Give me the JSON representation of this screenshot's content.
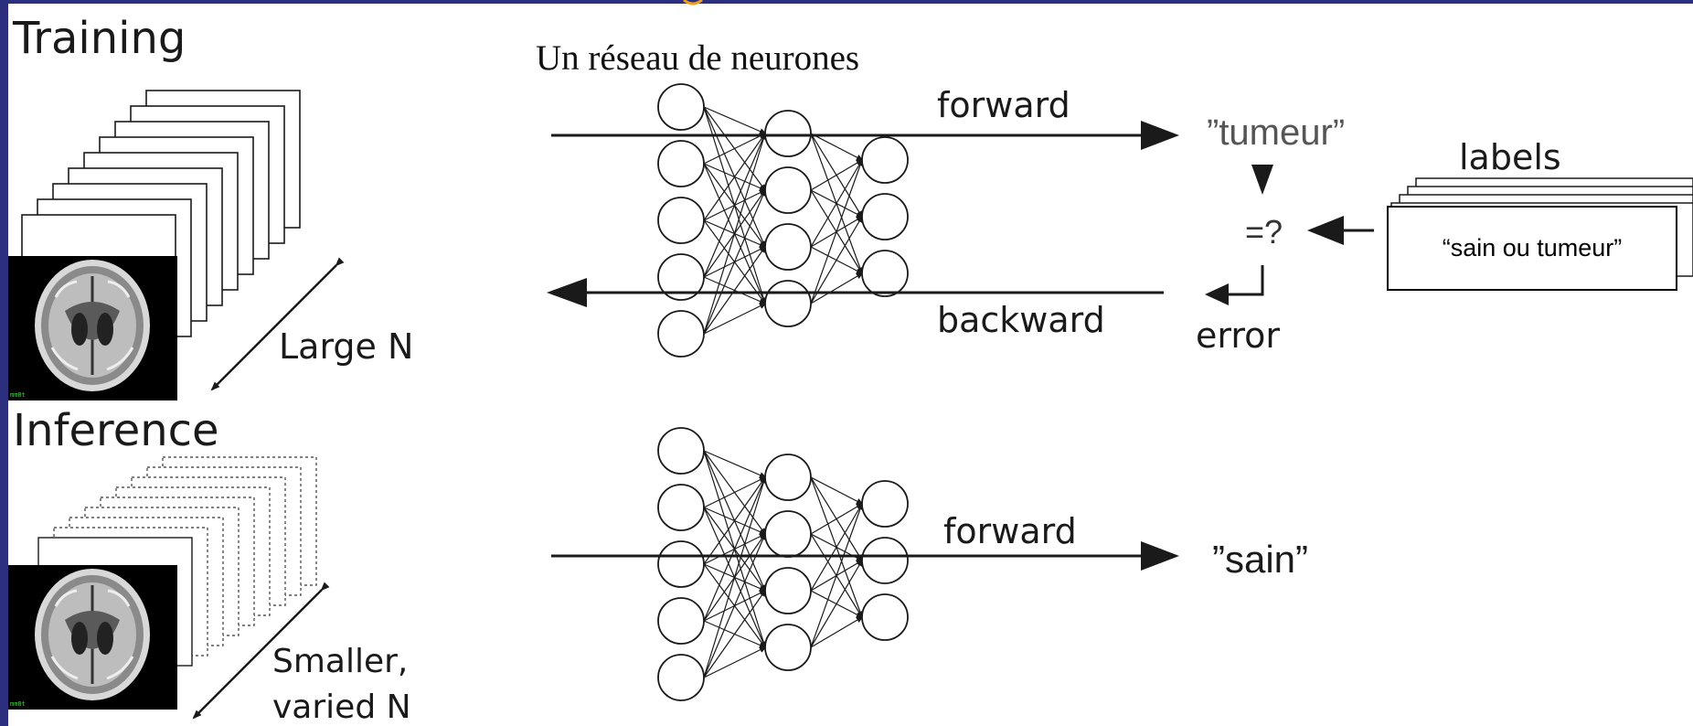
{
  "training": {
    "heading": "Training",
    "scale_label": "Large N"
  },
  "inference": {
    "heading": "Inference",
    "scale_label_line1": "Smaller,",
    "scale_label_line2": "varied N"
  },
  "network": {
    "caption": "Un réseau de neurones",
    "forward_label": "forward",
    "backward_label": "backward",
    "output_training": "”tumeur”",
    "compare_symbol": "=?",
    "error_label": "error",
    "labels_heading": "labels",
    "labels_value": "“sain ou tumeur”",
    "inference_forward_label": "forward",
    "output_inference": "”sain”"
  },
  "mri_tag": "mm8t",
  "colors": {
    "frame": "#2b2f7e",
    "ink": "#1a1a1a",
    "accent_top": "#f0a020"
  }
}
